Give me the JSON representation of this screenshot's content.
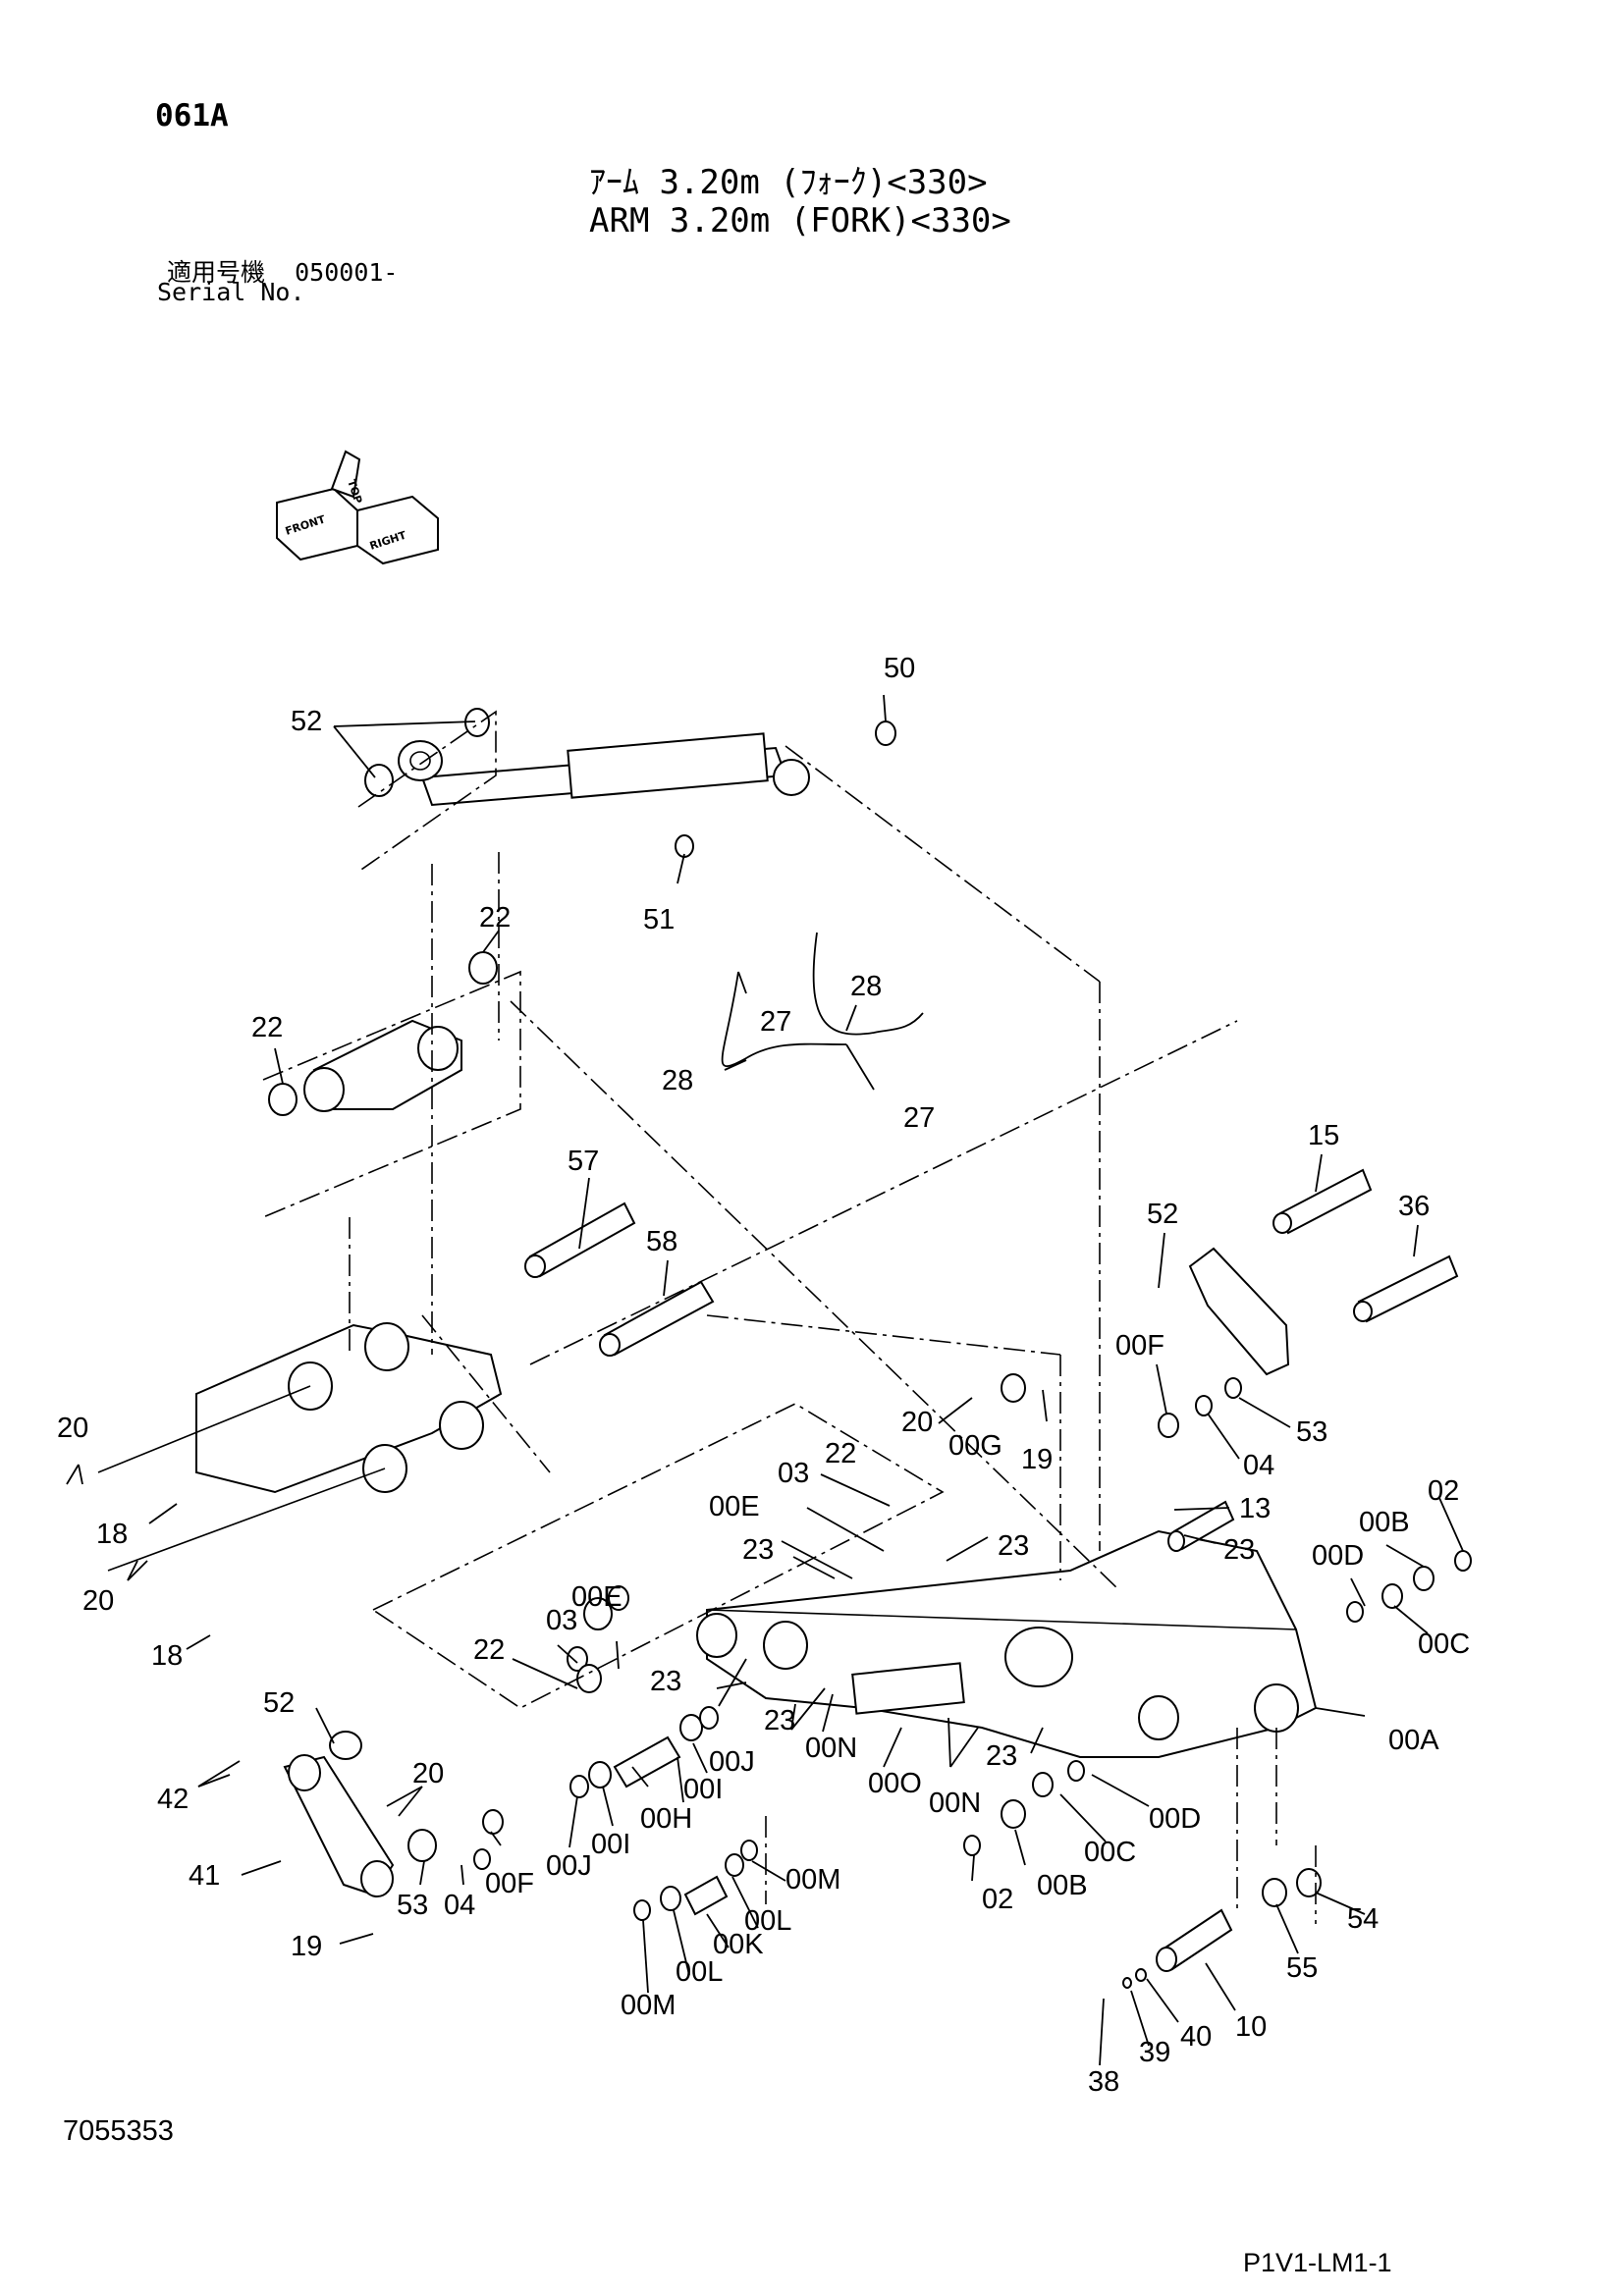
{
  "header": {
    "code": "061A",
    "title_jp": "ｱｰﾑ 3.20m (ﾌｫｰｸ)<330>",
    "title_en": "ARM 3.20m (FORK)<330>",
    "serial_label_jp": "適用号機",
    "serial_value": "050001-",
    "serial_label_en": "Serial No."
  },
  "orientation": {
    "front": "FRONT",
    "top": "TOP",
    "right": "RIGHT"
  },
  "callouts": [
    "50",
    "52",
    "51",
    "22",
    "22",
    "27",
    "28",
    "28",
    "27",
    "57",
    "58",
    "15",
    "36",
    "52",
    "00F",
    "20",
    "00G",
    "19",
    "53",
    "04",
    "20",
    "18",
    "20",
    "18",
    "03",
    "22",
    "00E",
    "13",
    "02",
    "00B",
    "00D",
    "00C",
    "23",
    "23",
    "23",
    "00A",
    "22",
    "03",
    "00E",
    "23",
    "23",
    "00N",
    "00O",
    "00N",
    "23",
    "00J",
    "00I",
    "00H",
    "00D",
    "00C",
    "52",
    "42",
    "20",
    "41",
    "19",
    "53",
    "04",
    "00F",
    "00J",
    "00I",
    "02",
    "00B",
    "00M",
    "00L",
    "00K",
    "00L",
    "00M",
    "54",
    "55",
    "10",
    "40",
    "39",
    "38"
  ],
  "footer": {
    "doc_number": "7055353",
    "page_ref": "P1V1-LM1-1"
  }
}
